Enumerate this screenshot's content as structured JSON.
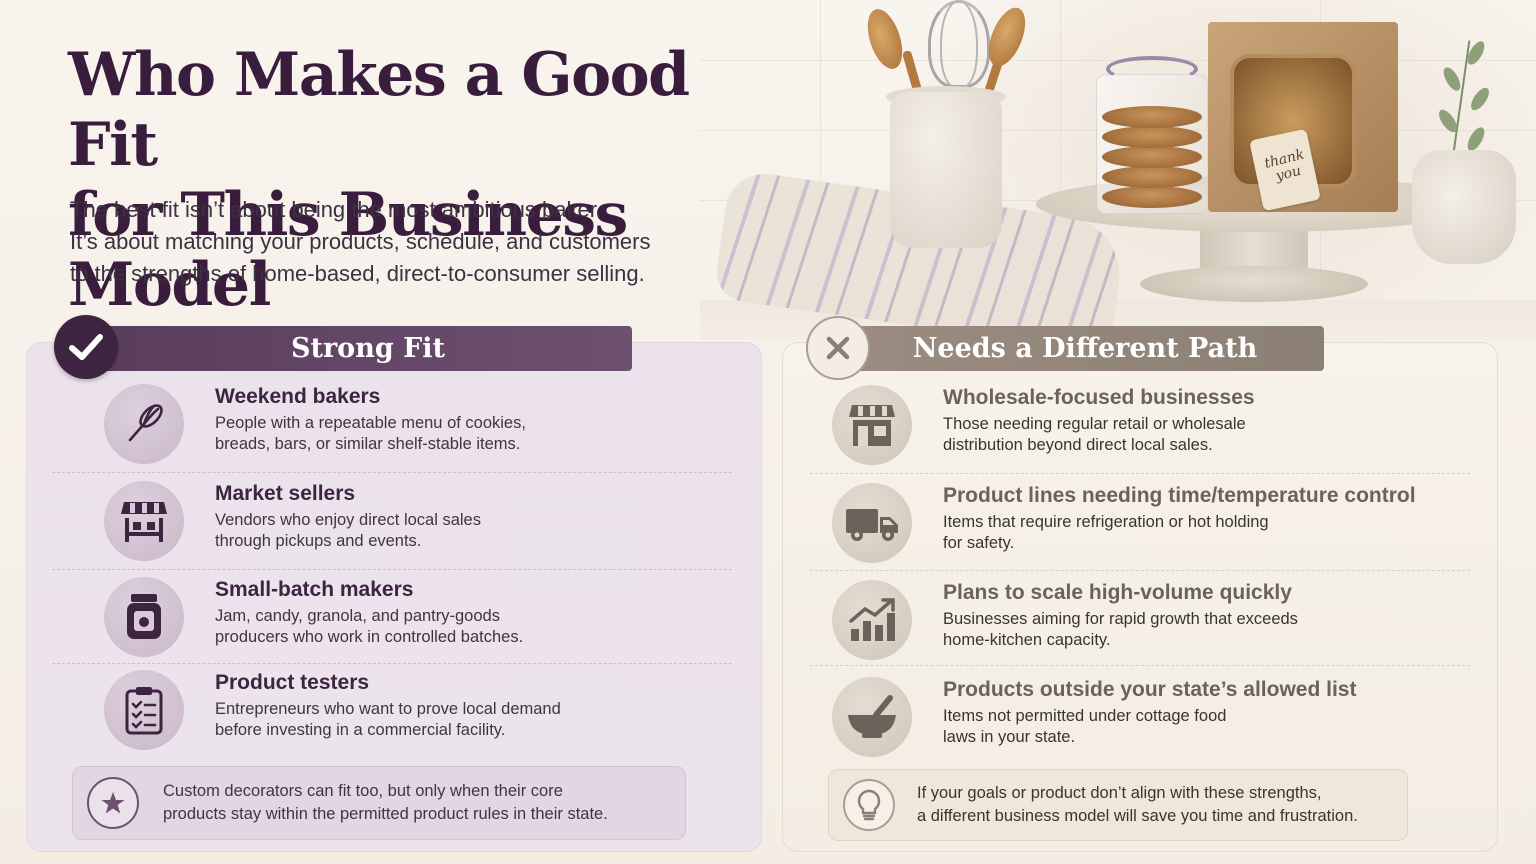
{
  "header": {
    "title_line1": "Who Makes a Good Fit",
    "title_line2": "for This Business Model",
    "subtitle_line1": "The best fit isn’t about being the most ambitious baker.",
    "subtitle_line2": "It’s about matching your products, schedule, and customers",
    "subtitle_line3": "to the strengths of home-based, direct-to-consumer selling."
  },
  "scene": {
    "tag_line1": "thank",
    "tag_line2": "you"
  },
  "strong_fit": {
    "title": "Strong Fit",
    "badge_icon": "check-icon",
    "items": [
      {
        "icon": "whisk-icon",
        "title": "Weekend bakers",
        "desc1": "People with a repeatable menu of cookies,",
        "desc2": "breads, bars, or similar shelf-stable items."
      },
      {
        "icon": "market-stall-icon",
        "title": "Market sellers",
        "desc1": "Vendors who enjoy direct local sales",
        "desc2": "through pickups and events."
      },
      {
        "icon": "jam-jar-icon",
        "title": "Small-batch makers",
        "desc1": "Jam, candy, granola, and pantry-goods",
        "desc2": "producers who work in controlled batches."
      },
      {
        "icon": "clipboard-checklist-icon",
        "title": "Product testers",
        "desc1": "Entrepreneurs who want to prove local demand",
        "desc2": "before investing in a commercial facility."
      }
    ],
    "note": {
      "icon": "star-icon",
      "line1": "Custom decorators can fit too, but only when their core",
      "line2": "products stay within the permitted product rules in their state."
    }
  },
  "different_path": {
    "title": "Needs a Different Path",
    "badge_icon": "x-icon",
    "items": [
      {
        "icon": "storefront-icon",
        "title": "Wholesale-focused businesses",
        "desc1": "Those needing regular retail or wholesale",
        "desc2": "distribution beyond direct local sales."
      },
      {
        "icon": "delivery-truck-icon",
        "title": "Product lines needing time/temperature control",
        "desc1": "Items that require refrigeration or hot holding",
        "desc2": "for safety."
      },
      {
        "icon": "growth-chart-icon",
        "title": "Plans to scale high-volume quickly",
        "desc1": "Businesses aiming for rapid growth that exceeds",
        "desc2": "home-kitchen capacity."
      },
      {
        "icon": "mortar-pestle-icon",
        "title": "Products outside your state’s allowed list",
        "desc1": "Items not permitted under cottage food",
        "desc2": "laws in your state."
      }
    ],
    "note": {
      "icon": "lightbulb-icon",
      "line1": "If your goals or product don’t align with these strengths,",
      "line2": "a different business model will save you time and frustration."
    }
  },
  "colors": {
    "plum": "#3d2440",
    "plum_banner": "#5a3d5c",
    "taupe": "#8c7f74",
    "cream": "#f6f1ea"
  }
}
